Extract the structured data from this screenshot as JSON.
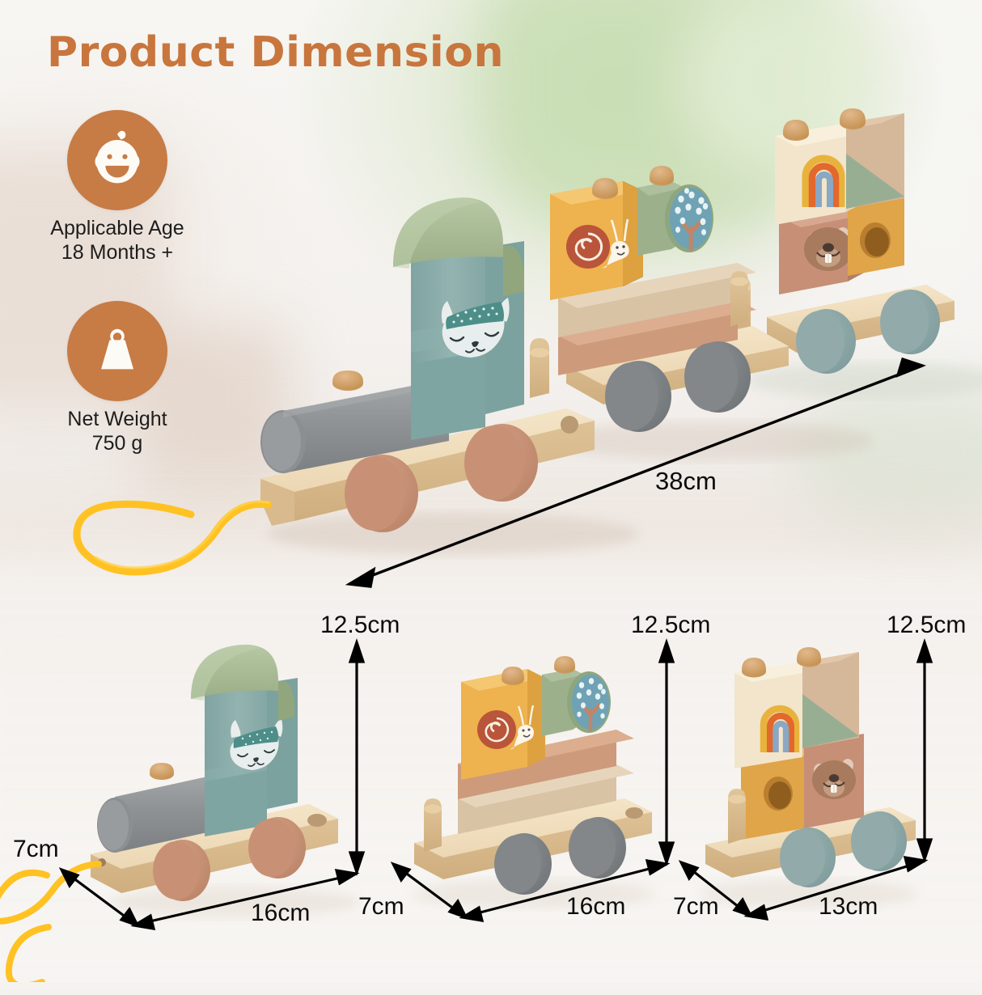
{
  "page": {
    "title": "Product Dimension",
    "title_color": "#c8763d",
    "background_style": "blurred bright interior, pale green window light upper right"
  },
  "specs": [
    {
      "icon": "baby-face-icon",
      "badge_color": "#c77b45",
      "label_line1": "Applicable Age",
      "label_line2": "18 Months  +"
    },
    {
      "icon": "weight-icon",
      "badge_color": "#c77b45",
      "label_line1": "Net Weight",
      "label_line2": "750 g"
    }
  ],
  "main_photo": {
    "name": "full-train-photo",
    "description": "Three-piece wooden stacking pull train with yellow pull cord",
    "dimension": {
      "label": "38cm",
      "axis": "overall length"
    },
    "cars": [
      {
        "name": "locomotive",
        "parts": [
          "sage-green-arched-roof",
          "teal-cabin-with-fox-face",
          "gray-cylinder-boiler",
          "wood-peg-whistle",
          "natural-wood-base",
          "terracotta-wheels"
        ],
        "colors": {
          "roof": "#a8bb96",
          "cabin": "#8dafac",
          "boiler": "#8e9294",
          "wheel": "#c79175",
          "base": "#e9d3ae"
        }
      },
      {
        "name": "middle-car",
        "parts": [
          "yellow-cube-with-snail",
          "sage-cylinder-with-tree-disc",
          "tan-block",
          "terracotta-block",
          "natural-wood-base",
          "gray-wheels"
        ],
        "colors": {
          "cube": "#f0b44e",
          "cylinder": "#9cb08c",
          "disc": "#6fa2b4",
          "tan_block": "#dac4a6",
          "terracotta_block": "#d09878",
          "wheel": "#7f8386"
        }
      },
      {
        "name": "rear-car",
        "parts": [
          "cream-cube-with-rainbow",
          "sage-triangle-roof",
          "tan-cube",
          "terracotta-cube-with-bear-face",
          "yellow-cube-with-hole",
          "natural-wood-base",
          "teal-gray-wheels"
        ],
        "colors": {
          "cream": "#f3e6cd",
          "rainbow_bands": [
            "#e8b33c",
            "#e2682c",
            "#8aa7c4"
          ],
          "bear_block": "#c89077",
          "yellow_block": "#e6a94b",
          "triangle": "#9cb49a",
          "wheel": "#8ba6a6"
        }
      }
    ],
    "accessory": {
      "name": "pull-cord",
      "color": "#ffc222"
    }
  },
  "detail_items": [
    {
      "name": "locomotive-detail",
      "dimensions": {
        "height": "12.5cm",
        "depth": "7cm",
        "width": "16cm"
      }
    },
    {
      "name": "middle-car-detail",
      "dimensions": {
        "height": "12.5cm",
        "depth": "7cm",
        "width": "16cm"
      }
    },
    {
      "name": "rear-car-detail",
      "dimensions": {
        "height": "12.5cm",
        "depth": "7cm",
        "width": "13cm"
      }
    }
  ],
  "icons": {
    "baby": "baby-face-icon",
    "weight": "weight-icon",
    "fox": "fox-face-icon",
    "snail": "snail-icon",
    "tree": "tree-disc-icon",
    "bear": "bear-face-icon",
    "rainbow": "rainbow-icon"
  }
}
